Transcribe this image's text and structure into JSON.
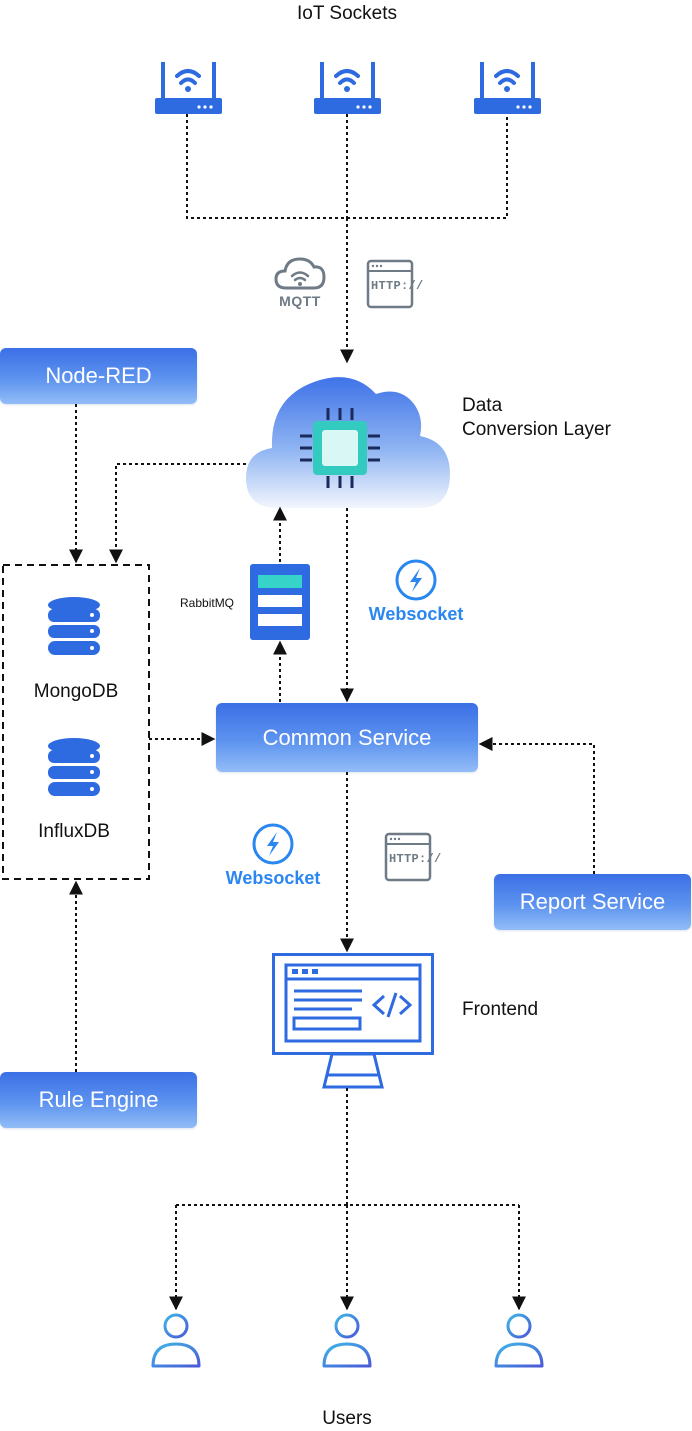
{
  "labels": {
    "iot_sockets": "IoT Sockets",
    "data_conversion_line1": "Data",
    "data_conversion_line2": "Conversion Layer",
    "rabbitmq": "RabbitMQ",
    "mongodb": "MongoDB",
    "influxdb": "InfluxDB",
    "frontend": "Frontend",
    "users": "Users",
    "mqtt": "MQTT",
    "http": "HTTP://",
    "websocket": "Websocket"
  },
  "buttons": {
    "node_red": "Node-RED",
    "common_service": "Common Service",
    "report_service": "Report Service",
    "rule_engine": "Rule Engine"
  },
  "colors": {
    "accent_blue": "#3b6fe6",
    "light_blue": "#93bdf7",
    "chip_teal": "#35d3c8",
    "websocket_blue": "#2a86f0",
    "gray_icon": "#6e7a85"
  }
}
